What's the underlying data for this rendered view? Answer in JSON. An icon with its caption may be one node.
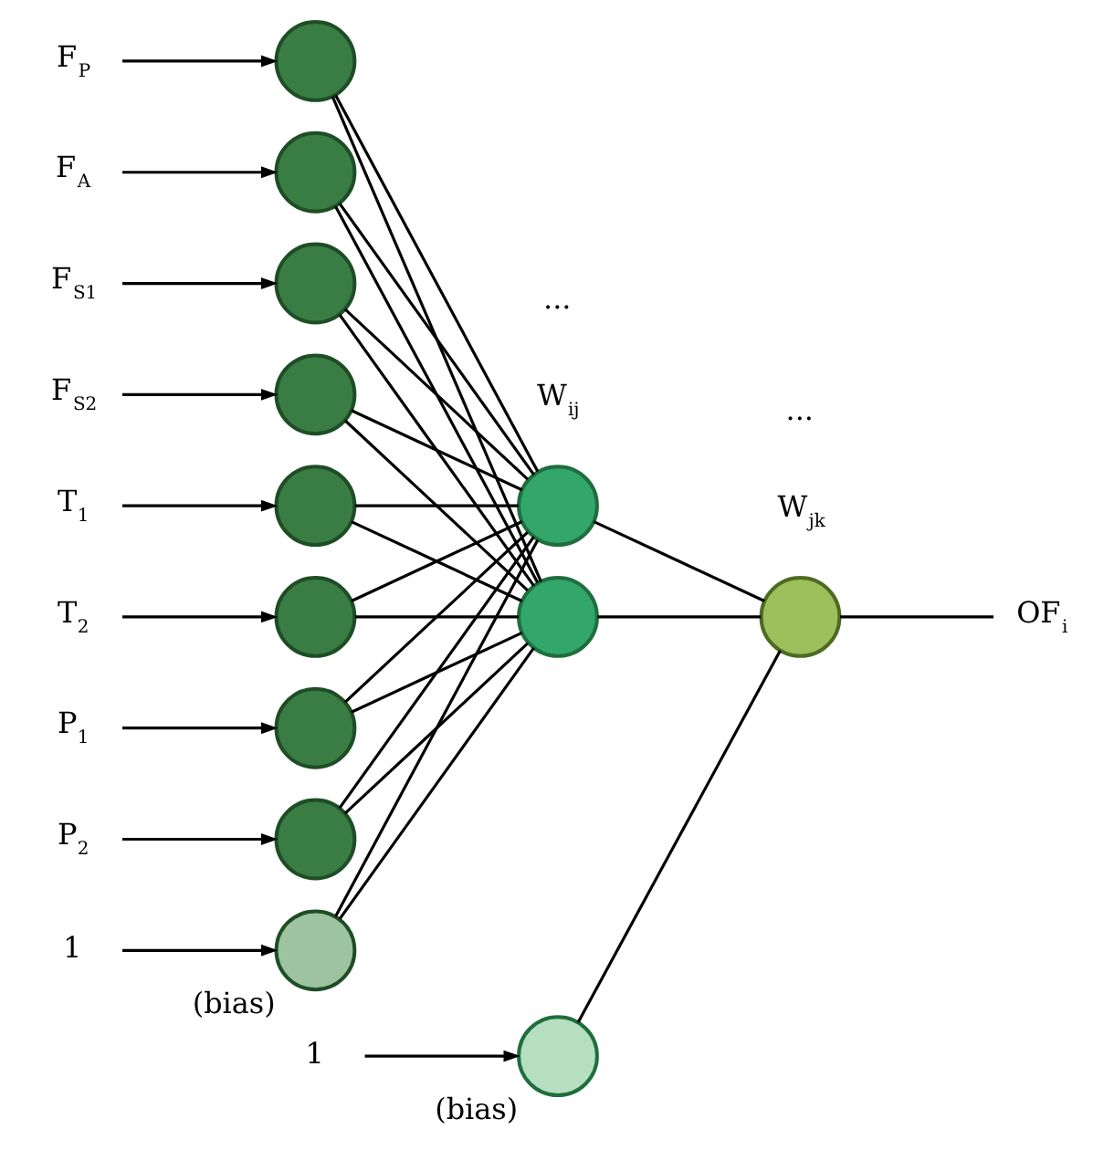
{
  "diagram": {
    "nodes": [
      {
        "text": [
          "F$_{P}$"
        ]
      },
      {
        "text": [
          "F$_{A}$"
        ]
      },
      {
        "text": [
          "F$_{S1}$"
        ]
      },
      {
        "text": [
          "F$_{S2}$"
        ]
      },
      {
        "text": [
          "T$_{1}$"
        ]
      },
      {
        "text": [
          "T$_{2}$"
        ]
      },
      {
        "text": [
          "P$_{1}$"
        ]
      },
      {
        "text": [
          "P$_{2}$"
        ]
      },
      {
        "text": [
          "1"
        ]
      },
      {
        "text": [],
        "shape": "circle"
      },
      {
        "text": [],
        "shape": "circle"
      },
      {
        "text": [],
        "shape": "circle"
      },
      {
        "text": [],
        "shape": "circle"
      },
      {
        "text": [],
        "shape": "circle"
      },
      {
        "text": [],
        "shape": "circle"
      },
      {
        "text": [],
        "shape": "circle"
      },
      {
        "text": [],
        "shape": "circle"
      },
      {
        "text": [],
        "shape": "circle",
        "beside": [
          "(bias)"
        ]
      },
      {
        "text": [
          "1"
        ]
      },
      {
        "text": [],
        "shape": "circle"
      },
      {
        "text": [],
        "shape": "circle"
      },
      {
        "text": [],
        "shape": "circle",
        "beside": [
          "(bias)"
        ]
      },
      {
        "text": [],
        "shape": "circle"
      },
      {
        "text": [
          "OF$_{i}$"
        ]
      }
    ],
    "edges": [
      {
        "from": 0,
        "to": 9,
        "arrow": "to"
      },
      {
        "from": 1,
        "to": 10,
        "arrow": "to"
      },
      {
        "from": 2,
        "to": 11,
        "arrow": "to"
      },
      {
        "from": 3,
        "to": 12,
        "arrow": "to"
      },
      {
        "from": 4,
        "to": 13,
        "arrow": "to"
      },
      {
        "from": 5,
        "to": 14,
        "arrow": "to"
      },
      {
        "from": 6,
        "to": 15,
        "arrow": "to"
      },
      {
        "from": 7,
        "to": 16,
        "arrow": "to"
      },
      {
        "from": 8,
        "to": 17,
        "arrow": "to"
      },
      {
        "from": 9,
        "to": 19,
        "arrow": "none"
      },
      {
        "from": 9,
        "to": 20,
        "arrow": "none"
      },
      {
        "from": 10,
        "to": 19,
        "arrow": "none"
      },
      {
        "from": 10,
        "to": 20,
        "arrow": "none"
      },
      {
        "from": 11,
        "to": 19,
        "arrow": "none"
      },
      {
        "from": 11,
        "to": 20,
        "arrow": "none"
      },
      {
        "from": 12,
        "to": 19,
        "arrow": "none"
      },
      {
        "from": 12,
        "to": 20,
        "arrow": "none"
      },
      {
        "from": 13,
        "to": 19,
        "arrow": "none"
      },
      {
        "from": 13,
        "to": 20,
        "arrow": "none"
      },
      {
        "from": 14,
        "to": 19,
        "arrow": "none"
      },
      {
        "from": 14,
        "to": 20,
        "arrow": "none"
      },
      {
        "from": 15,
        "to": 19,
        "arrow": "none"
      },
      {
        "from": 15,
        "to": 20,
        "arrow": "none"
      },
      {
        "from": 16,
        "to": 19,
        "arrow": "none"
      },
      {
        "from": 16,
        "to": 20,
        "arrow": "none"
      },
      {
        "from": 17,
        "to": 19,
        "arrow": "none"
      },
      {
        "from": 17,
        "to": 20,
        "arrow": "none"
      },
      {
        "from": 18,
        "to": 21,
        "arrow": "to"
      },
      {
        "from": 19,
        "to": 22,
        "arrow": "none"
      },
      {
        "from": 20,
        "to": 22,
        "arrow": "none"
      },
      {
        "from": 21,
        "to": 22,
        "arrow": "none"
      },
      {
        "from": 22,
        "to": 23,
        "arrow": "none"
      }
    ],
    "labels": [
      "W$_{ij}$",
      "...",
      "W$_{jk}$",
      "..."
    ]
  }
}
